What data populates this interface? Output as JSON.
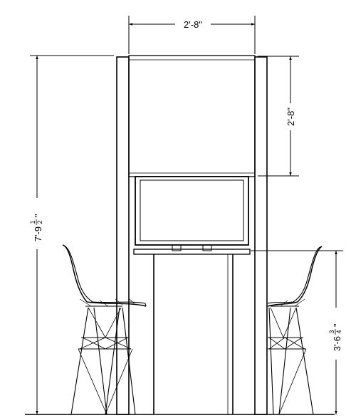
{
  "dimensions": {
    "width_top": "2'-8\"",
    "panel_height": "2'-8\"",
    "overall_height": {
      "whole": "7'-9",
      "frac_num": "1",
      "frac_den": "2",
      "unit": "\""
    },
    "counter_height": {
      "whole": "3'-6",
      "frac_num": "3",
      "frac_den": "4",
      "unit": "\""
    }
  },
  "colors": {
    "line": "#000000",
    "background": "#ffffff"
  }
}
